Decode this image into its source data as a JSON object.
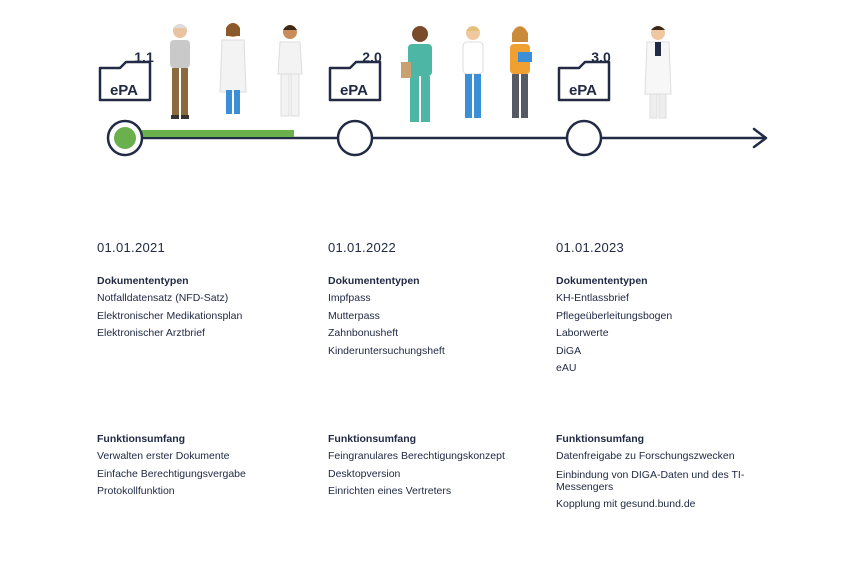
{
  "colors": {
    "navy": "#222b45",
    "green": "#6ab04c",
    "teal_scrubs": "#4db6a4",
    "blue_pants": "#3a8fd6",
    "brown_pants": "#8b6a3e"
  },
  "versions": [
    {
      "badge": "ePA",
      "version": "1.1",
      "date": "01.01.2021",
      "doc_title": "Dokumententypen",
      "doc_items": [
        "Notfalldatensatz (NFD-Satz)",
        "Elektronischer Medikationsplan",
        "Elektronischer Arztbrief"
      ],
      "fn_title": "Funktionsumfang",
      "fn_items": [
        "Verwalten erster Dokumente",
        "Einfache Berechtigungsvergabe",
        "Protokollfunktion"
      ],
      "active": true
    },
    {
      "badge": "ePA",
      "version": "2.0",
      "date": "01.01.2022",
      "doc_title": "Dokumententypen",
      "doc_items": [
        "Impfpass",
        "Mutterpass",
        "Zahnbonusheft",
        "Kinderuntersuchungsheft"
      ],
      "fn_title": "Funktionsumfang",
      "fn_items": [
        "Feingranulares Berechtigungskonzept",
        "Desktopversion",
        "Einrichten eines Vertreters"
      ],
      "active": false
    },
    {
      "badge": "ePA",
      "version": "3.0",
      "date": "01.01.2023",
      "doc_title": "Dokumententypen",
      "doc_items": [
        "KH-Entlassbrief",
        "Pflegeüberleitungsbogen",
        "Laborwerte",
        "DiGA",
        "eAU"
      ],
      "fn_title": "Funktionsumfang",
      "fn_items": [
        "Datenfreigabe zu Forschungszwecken",
        "Einbindung von DIGA-Daten und des TI-Messengers",
        "Kopplung mit gesund.bund.de"
      ],
      "active": false
    }
  ]
}
